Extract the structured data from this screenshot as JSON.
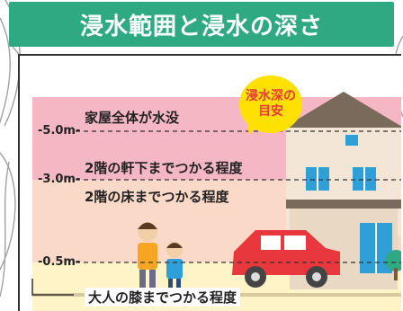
{
  "title": "浸水範囲と浸水の深さ",
  "badge": {
    "line1": "浸水深の",
    "line2": "目安"
  },
  "levels": [
    {
      "label": "-5.0m-",
      "description": "家屋全体が水没"
    },
    {
      "label": "-3.0m-",
      "description": "2階の軒下までつかる程度",
      "sub_description": "2階の床までつかる程度"
    },
    {
      "label": "-0.5m-",
      "description": "大人の膝までつかる程度"
    }
  ],
  "colors": {
    "title_bg": "#2fa982",
    "band_top": "#f6b7c5",
    "band_mid": "#fbd9c8",
    "band_low": "#fff3c8",
    "badge_bg": "#ffe100",
    "badge_text": "#e8383d",
    "car": "#e8383d",
    "house_wall": "#f3e6d6",
    "house_roof": "#7a6a5c",
    "window": "#2f9fd8"
  },
  "icons": [
    "house-icon",
    "car-icon",
    "adult-figure-icon",
    "child-figure-icon",
    "tree-icon"
  ]
}
